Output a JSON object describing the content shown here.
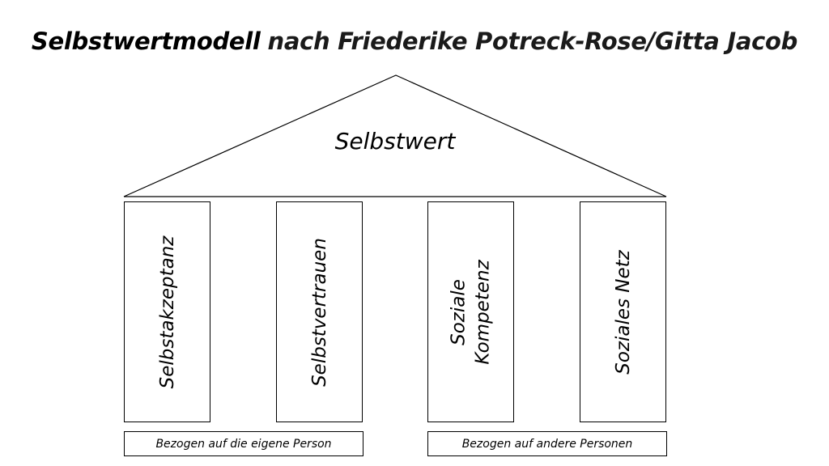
{
  "title": {
    "bold_part": "Selbstwertmodell",
    "rest_part": "nach Friederike Potreck-Rose/Gitta Jacob"
  },
  "roof": {
    "label": "Selbstwert"
  },
  "pillars": [
    {
      "line1": "Selbstakzeptanz",
      "line2": ""
    },
    {
      "line1": "Selbstvertrauen",
      "line2": ""
    },
    {
      "line1": "Soziale",
      "line2": "Kompetenz"
    },
    {
      "line1": "Soziales Netz",
      "line2": ""
    }
  ],
  "bases": {
    "left": "Bezogen auf die eigene Person",
    "right": "Bezogen auf andere Personen"
  }
}
